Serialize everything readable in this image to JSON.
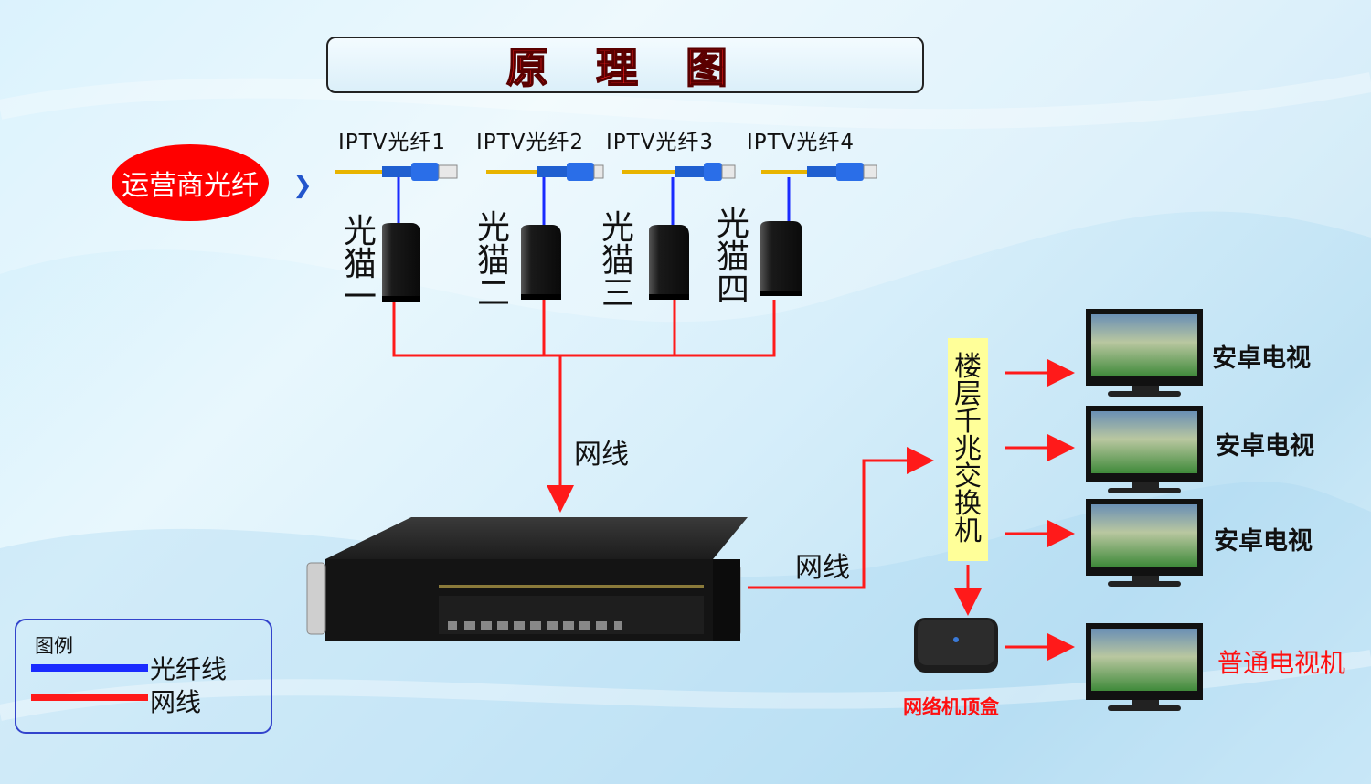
{
  "title": "原 理 图",
  "isp_fiber": "运营商光纤",
  "fibers": [
    {
      "label": "IPTV光纤1"
    },
    {
      "label": "IPTV光纤2"
    },
    {
      "label": "IPTV光纤3"
    },
    {
      "label": "IPTV光纤4"
    }
  ],
  "modems": [
    {
      "label": [
        "光",
        "猫",
        "一"
      ]
    },
    {
      "label": [
        "光",
        "猫",
        "二"
      ]
    },
    {
      "label": [
        "光",
        "猫",
        "三"
      ]
    },
    {
      "label": [
        "光",
        "猫",
        "四"
      ]
    }
  ],
  "cable_label_1": "网线",
  "cable_label_2": "网线",
  "switch_label": [
    "楼",
    "层",
    "千",
    "兆",
    "交",
    "换",
    "机"
  ],
  "tvs": [
    {
      "label": "安卓电视"
    },
    {
      "label": "安卓电视"
    },
    {
      "label": "安卓电视"
    },
    {
      "label": "普通电视机"
    }
  ],
  "stb_label": "网络机顶盒",
  "legend": {
    "title": "图例",
    "items": [
      {
        "label": "光纤线",
        "color": "#1a2bff"
      },
      {
        "label": "网线",
        "color": "#ff1a1a"
      }
    ]
  },
  "colors": {
    "fiber": "#1a2bff",
    "cable": "#ff1a1a",
    "title": "#ff2020"
  }
}
